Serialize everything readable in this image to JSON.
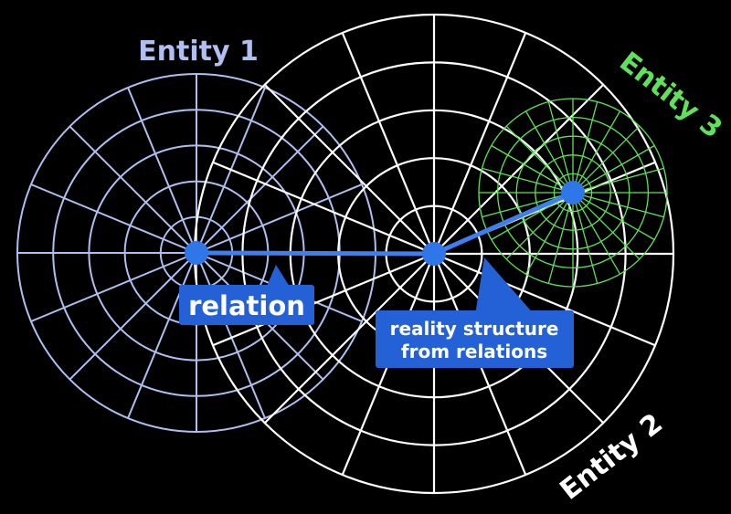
{
  "colors": {
    "background": "#000000",
    "entity1": "#aebff0",
    "entity2": "#ffffff",
    "entity3": "#5fe15a",
    "link": "#3d7ff0",
    "node": "#2f76e8",
    "callout": "#2461d6"
  },
  "entities": [
    {
      "id": "entity1",
      "label": "Entity 1"
    },
    {
      "id": "entity2",
      "label": "Entity 2"
    },
    {
      "id": "entity3",
      "label": "Entity 3"
    }
  ],
  "callouts": {
    "relation": "relation",
    "reality_line1": "reality structure",
    "reality_line2": "from relations"
  }
}
